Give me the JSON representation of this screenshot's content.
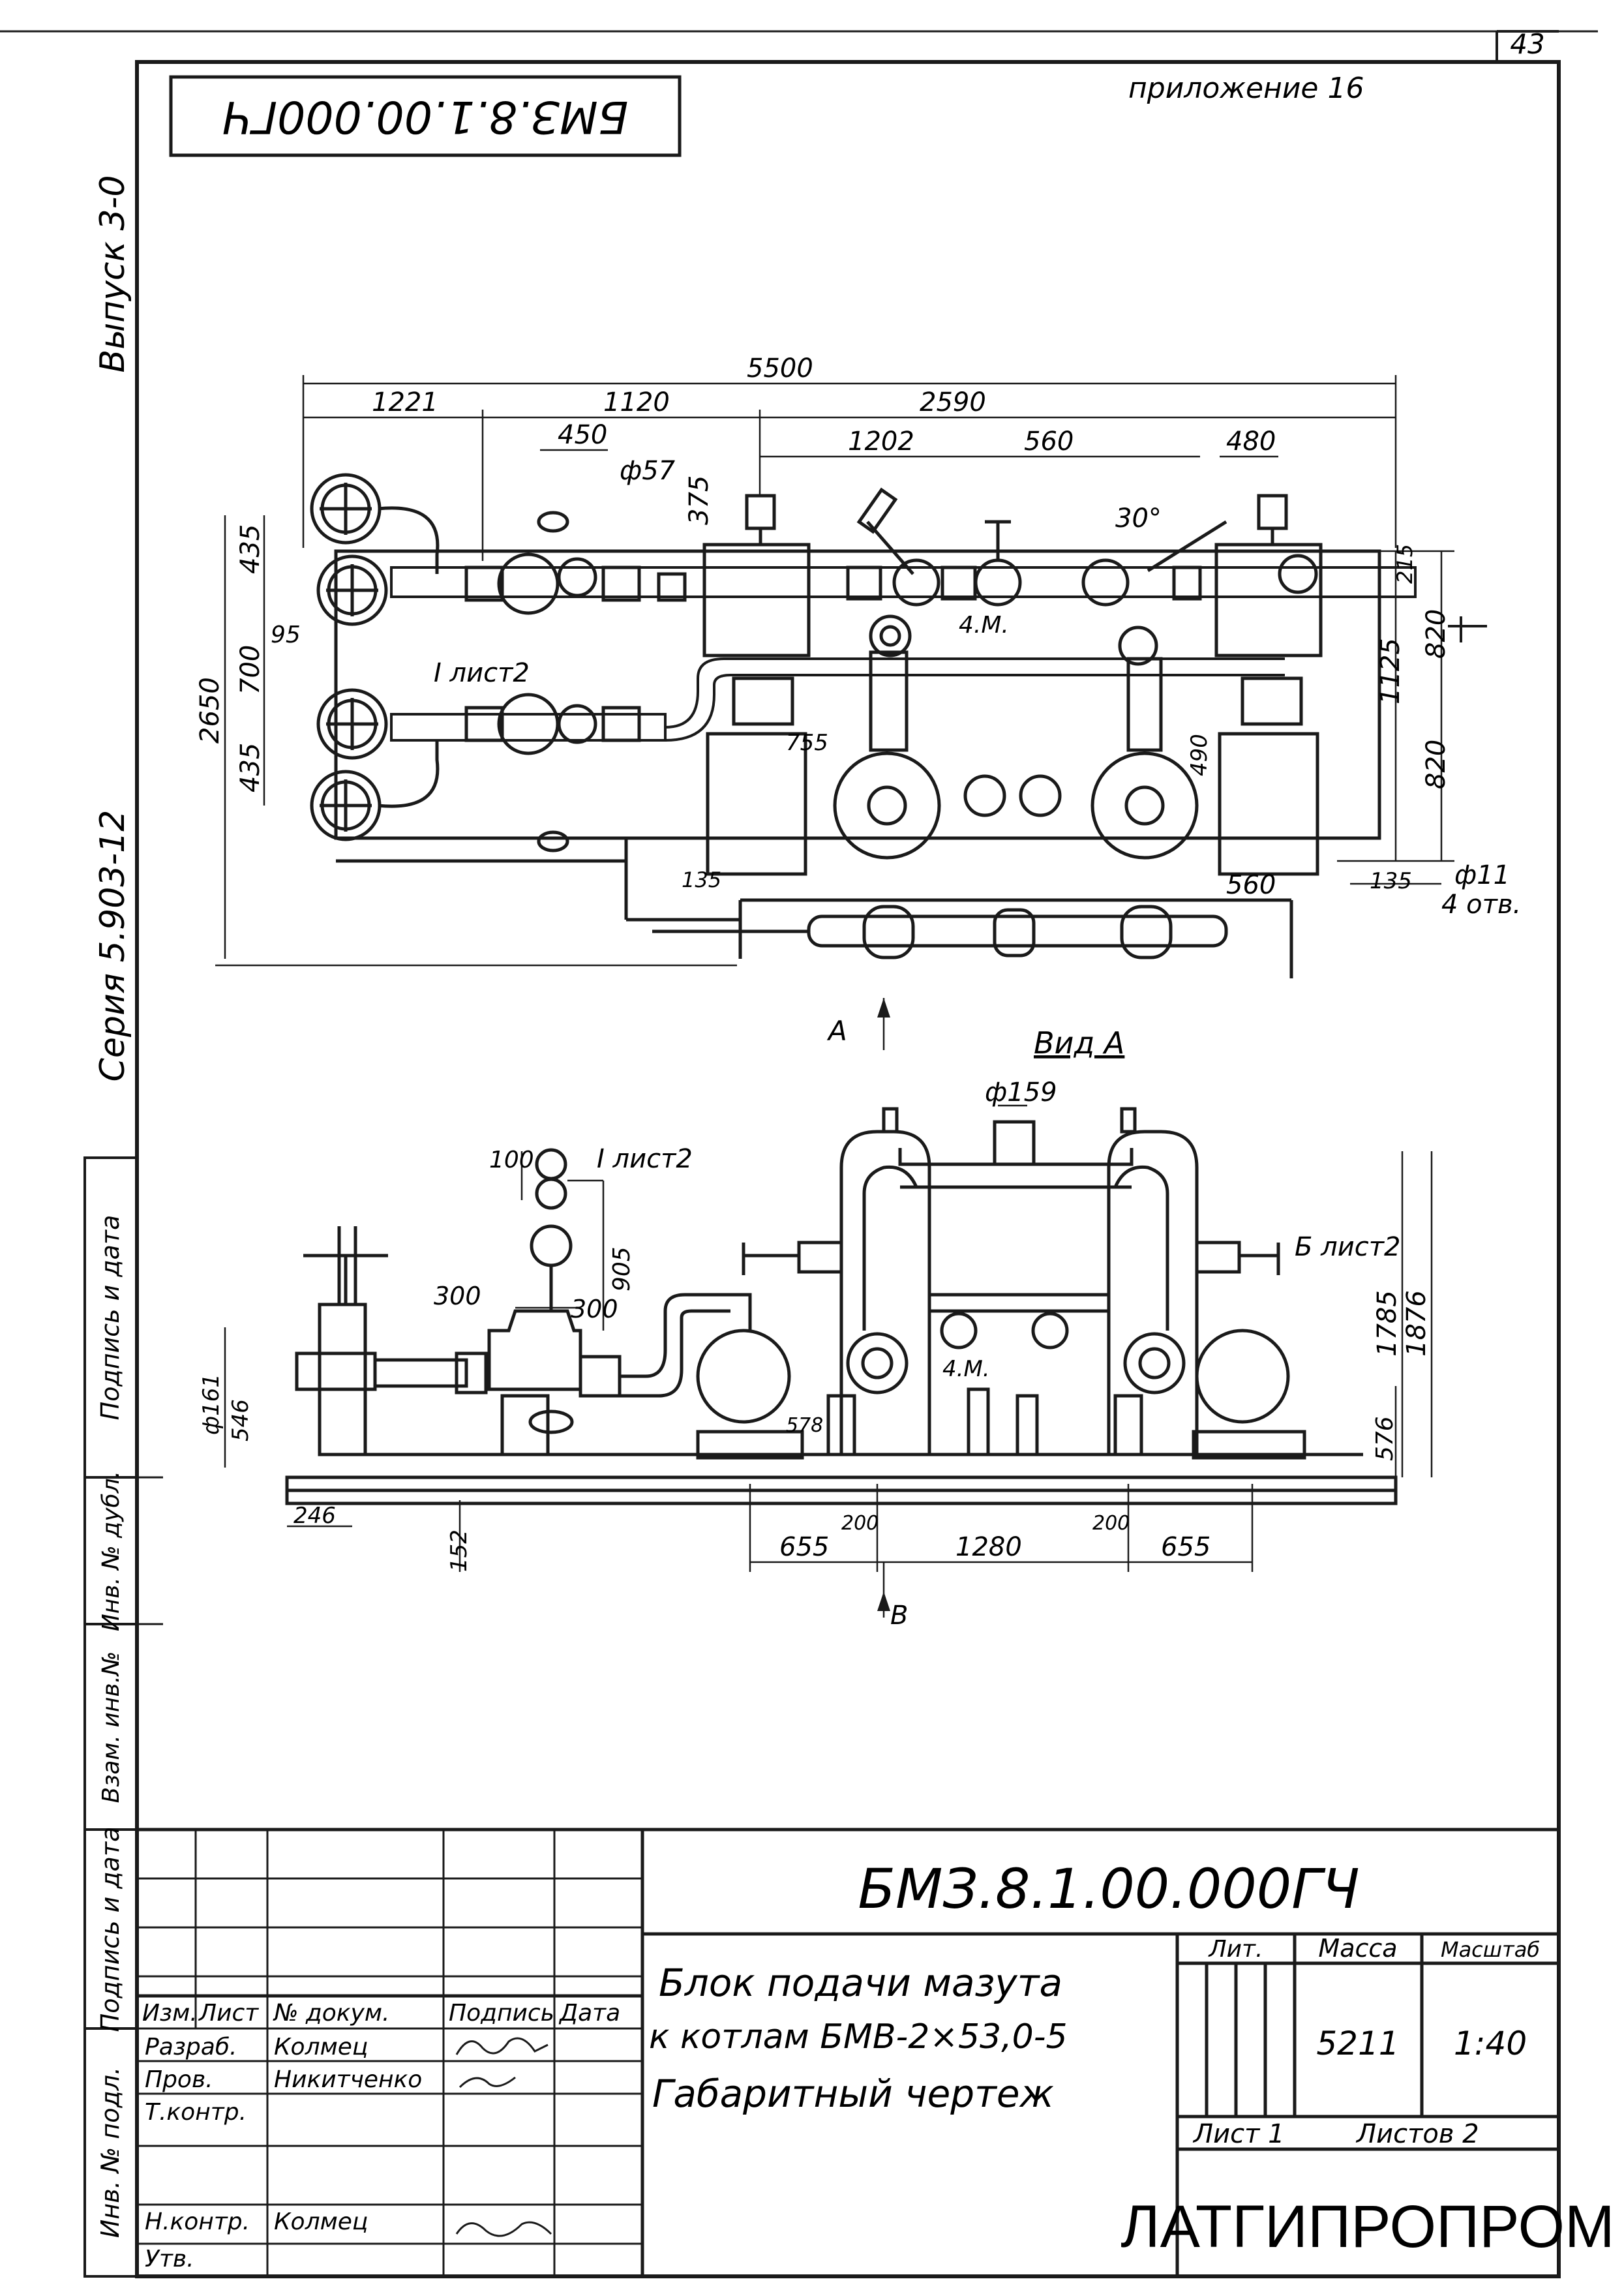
{
  "sheet": {
    "page_number": "43",
    "appendix": "приложение 16",
    "issue": "Выпуск 3-0",
    "series": "Серия 5.903-12",
    "stamp_code_mirrored": "БМЗ.8.1.00.000ГЧ"
  },
  "left_margin_labels": [
    "Подпись и дата",
    "Инв. № дубл.",
    "Взам. инв.№",
    "Подпись и дата",
    "Инв. № подл."
  ],
  "plan_view": {
    "dims": [
      "5500",
      "1221",
      "1120",
      "2590",
      "450",
      "ф57",
      "375",
      "1202",
      "560",
      "480",
      "435",
      "95",
      "700",
      "2650",
      "435",
      "30°",
      "215",
      "820",
      "1125",
      "820",
      "4.М.",
      "755",
      "490",
      "135",
      "560",
      "135",
      "ф11",
      "4 отв."
    ],
    "labels": {
      "list2": "I лист2",
      "arrow_a": "А"
    }
  },
  "view_a": {
    "title": "Вид А",
    "dims": [
      "ф159",
      "100",
      "905",
      "300",
      "300",
      "ф161",
      "546",
      "246",
      "152",
      "578",
      "655",
      "200",
      "1280",
      "200",
      "655",
      "576",
      "1785",
      "1876",
      "4.М."
    ],
    "labels": {
      "i_list2": "I лист2",
      "b_list2": "Б лист2",
      "arrow_b": "В"
    }
  },
  "title_block": {
    "designation": "БМЗ.8.1.00.000ГЧ",
    "name_lines": [
      "Блок подачи мазута",
      "к котлам БМВ-2×53,0-5",
      "Габаритный чертеж"
    ],
    "headers": {
      "izm": "Изм.",
      "list": "Лист",
      "doc": "№ докум.",
      "sign": "Подпись",
      "date": "Дата"
    },
    "roles": [
      {
        "role": "Разраб.",
        "name": "Колмец"
      },
      {
        "role": "Пров.",
        "name": "Никитченко"
      },
      {
        "role": "Т.контр.",
        "name": ""
      },
      {
        "role": "",
        "name": ""
      },
      {
        "role": "Н.контр.",
        "name": "Колмец"
      },
      {
        "role": "Утв.",
        "name": ""
      }
    ],
    "lit_label": "Лит.",
    "mass_label": "Масса",
    "scale_label": "Масштаб",
    "mass": "5211",
    "scale": "1:40",
    "sheet": "Лист 1",
    "sheets": "Листов 2",
    "org": "ЛАТГИПРОПРОМ"
  }
}
